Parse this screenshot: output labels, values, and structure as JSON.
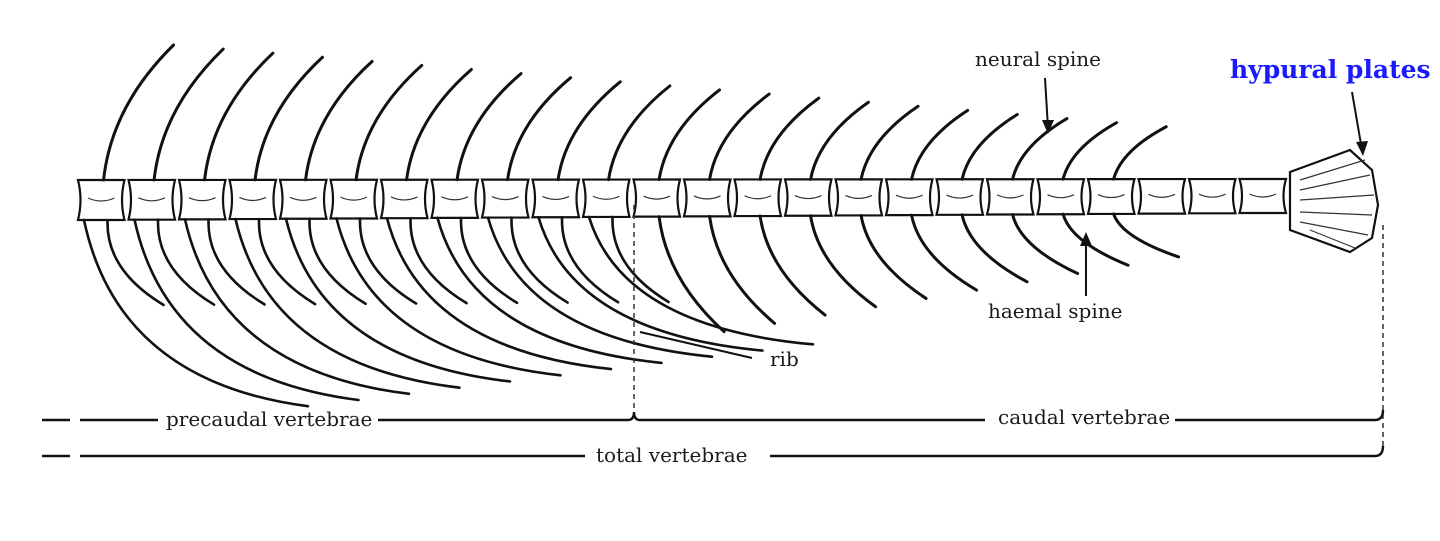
{
  "labels": {
    "neural_spine": "neural spine",
    "hypural_plates": "hypural plates",
    "haemal_spine": "haemal spine",
    "rib": "rib",
    "precaudal_vertebrae": "precaudal vertebrae",
    "caudal_vertebrae": "caudal vertebrae",
    "total_vertebrae": "total vertebrae"
  },
  "colors": {
    "highlight": "#1a1aff",
    "ink": "#111111"
  }
}
